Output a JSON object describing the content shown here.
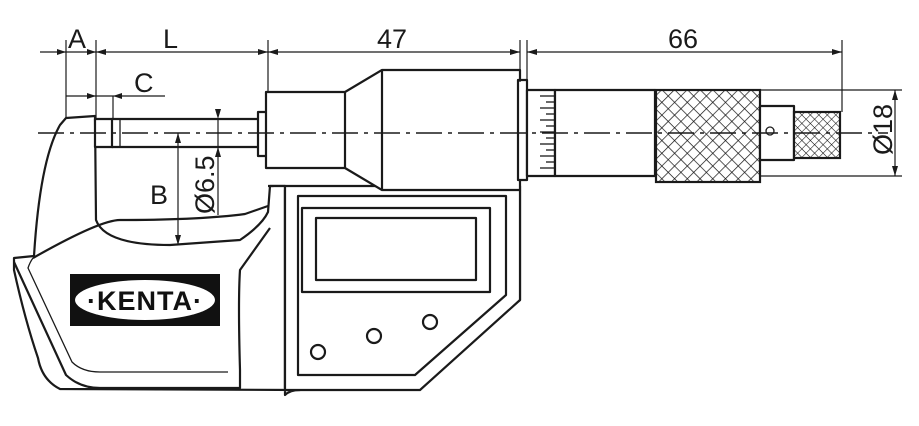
{
  "dimensions": {
    "a": "A",
    "l": "L",
    "c": "C",
    "b": "B",
    "spindle_diameter": "Ø6.5",
    "sleeve_length": "47",
    "thimble_length": "66",
    "thimble_diameter": "Ø18"
  },
  "logo": {
    "text": "·KENTA·"
  }
}
